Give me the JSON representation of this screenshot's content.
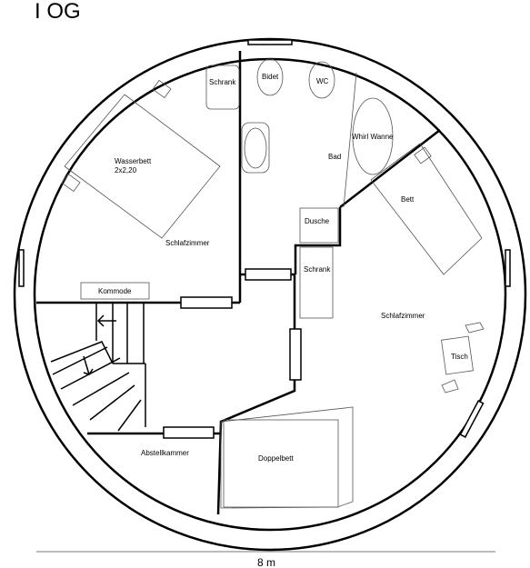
{
  "title": "I OG",
  "scale_label": "8 m",
  "labels": {
    "schrank_top": "Schrank",
    "bidet": "Bidet",
    "wc": "WC",
    "whirl_wanne": "Whirl Wanne",
    "bad": "Bad",
    "wasserbett": "Wasserbett",
    "wasserbett_size": "2x2,20",
    "schlafzimmer_left": "Schlafzimmer",
    "bett": "Bett",
    "dusche": "Dusche",
    "schrank_mid": "Schrank",
    "kommode": "Kommode",
    "schlafzimmer_right": "Schlafzimmer",
    "tisch": "Tisch",
    "abstellkammer": "Abstellkammer",
    "doppelbett": "Doppelbett"
  }
}
